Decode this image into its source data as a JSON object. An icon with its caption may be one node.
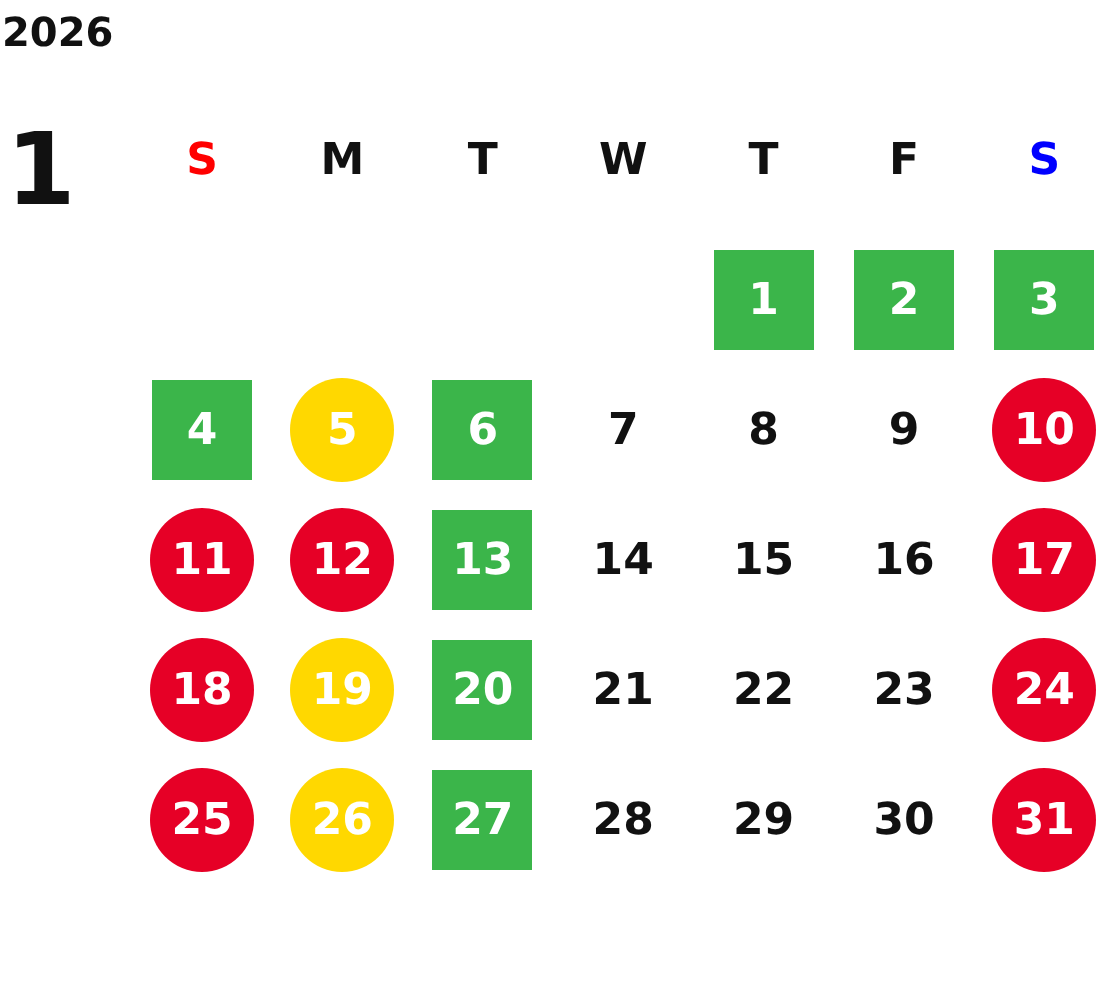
{
  "diagram": {
    "title": "2026",
    "nodes": [
      {
        "text": [
          "1"
        ]
      },
      {
        "text": [
          "2"
        ]
      },
      {
        "text": [
          "3"
        ]
      },
      {
        "text": [
          "4"
        ]
      },
      {
        "text": [
          "5"
        ]
      },
      {
        "text": [
          "6"
        ]
      },
      {
        "text": [
          "10"
        ]
      },
      {
        "text": [
          "11"
        ]
      },
      {
        "text": [
          "12"
        ]
      },
      {
        "text": [
          "13"
        ]
      },
      {
        "text": [
          "17"
        ]
      },
      {
        "text": [
          "18"
        ]
      },
      {
        "text": [
          "19"
        ]
      },
      {
        "text": [
          "20"
        ]
      },
      {
        "text": [
          "24"
        ]
      },
      {
        "text": [
          "25"
        ]
      },
      {
        "text": [
          "26"
        ]
      },
      {
        "text": [
          "27"
        ]
      },
      {
        "text": [
          "31"
        ]
      }
    ],
    "labels": [
      "1",
      "S",
      "M",
      "T",
      "W",
      "T",
      "F",
      "S",
      "7",
      "8",
      "9",
      "14",
      "15",
      "16",
      "21",
      "22",
      "23",
      "28",
      "29",
      "30"
    ]
  }
}
